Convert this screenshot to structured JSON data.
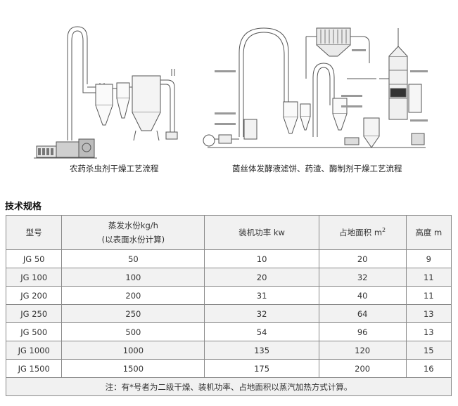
{
  "captions": {
    "left": "农药杀虫剂干燥工艺流程",
    "right": "菌丝体发酵液滤饼、药渣、酶制剂干燥工艺流程"
  },
  "section_title": "技术规格",
  "table": {
    "headers": {
      "model": "型号",
      "evaporation_line1": "蒸发水份kg/h",
      "evaporation_line2": "(以表面水份计算)",
      "power": "装机功率 kw",
      "area": "占地面积 m",
      "area_sup": "2",
      "height": "高度 m"
    },
    "rows": [
      {
        "model": "JG 50",
        "evaporation": "50",
        "power": "10",
        "area": "20",
        "height": "9"
      },
      {
        "model": "JG 100",
        "evaporation": "100",
        "power": "20",
        "area": "32",
        "height": "11"
      },
      {
        "model": "JG 200",
        "evaporation": "200",
        "power": "31",
        "area": "40",
        "height": "11"
      },
      {
        "model": "JG 250",
        "evaporation": "250",
        "power": "32",
        "area": "64",
        "height": "13"
      },
      {
        "model": "JG 500",
        "evaporation": "500",
        "power": "54",
        "area": "96",
        "height": "13"
      },
      {
        "model": "JG 1000",
        "evaporation": "1000",
        "power": "135",
        "area": "120",
        "height": "15"
      },
      {
        "model": "JG 1500",
        "evaporation": "1500",
        "power": "175",
        "area": "200",
        "height": "16"
      }
    ],
    "note": "注：有*号者为二级干燥、装机功率、占地面积以蒸汽加热方式计算。"
  }
}
